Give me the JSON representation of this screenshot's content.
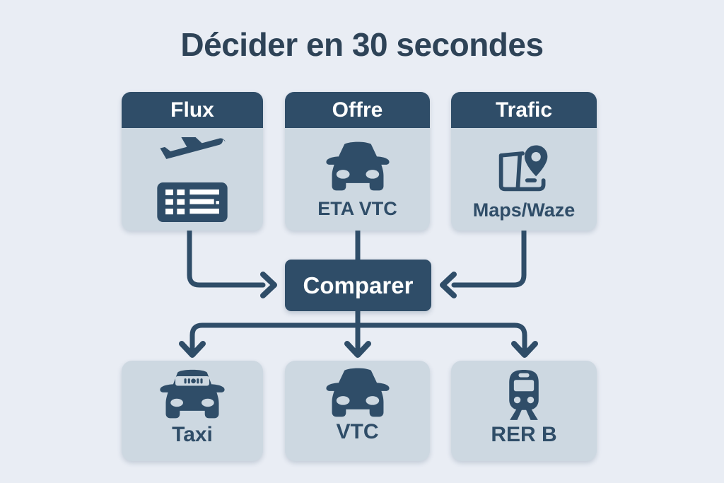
{
  "title": "Décider en 30 secondes",
  "colors": {
    "background": "#e9edf4",
    "card_fill": "#cdd8e1",
    "navy": "#2f4d68",
    "title_text": "#2e4357",
    "text_on_dark": "#ffffff"
  },
  "top_cards": [
    {
      "header": "Flux",
      "caption": "",
      "icons": [
        "flight-takeoff-icon",
        "boarding-pass-icon"
      ]
    },
    {
      "header": "Offre",
      "caption": "ETA VTC",
      "icons": [
        "car-icon"
      ]
    },
    {
      "header": "Trafic",
      "caption": "Maps/Waze",
      "icons": [
        "map-pin-icon"
      ]
    }
  ],
  "center_node": {
    "label": "Comparer"
  },
  "bottom_cards": [
    {
      "label": "Taxi",
      "icon": "taxi-icon"
    },
    {
      "label": "VTC",
      "icon": "car-icon"
    },
    {
      "label": "RER B",
      "icon": "train-icon"
    }
  ]
}
